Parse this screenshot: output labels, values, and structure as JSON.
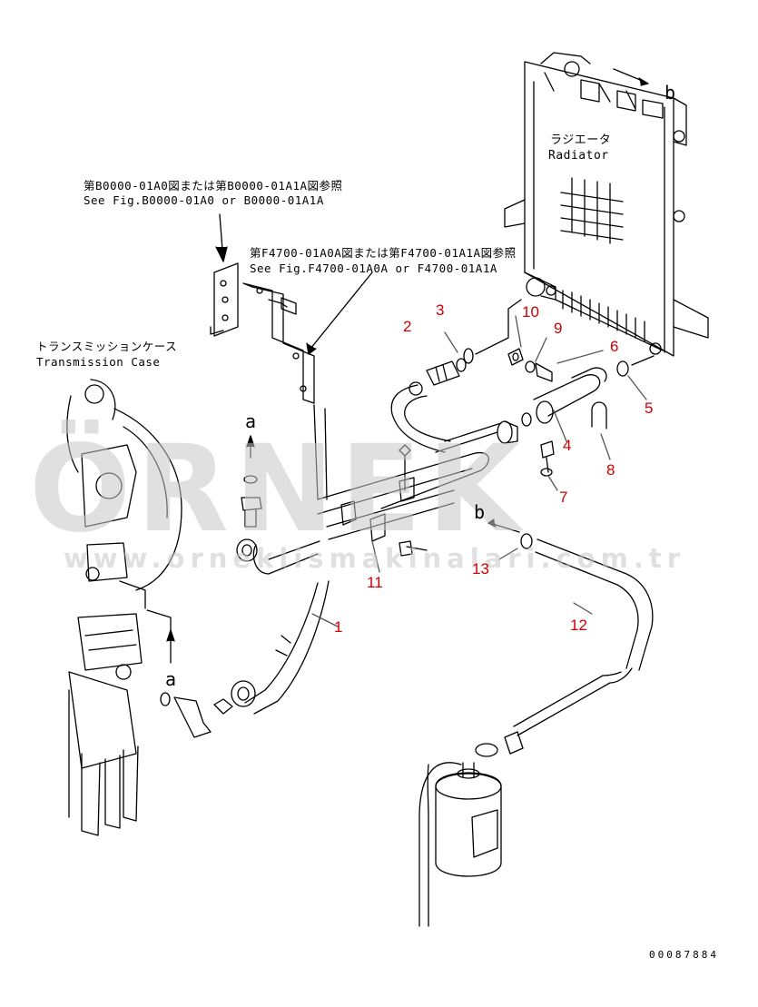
{
  "notes": {
    "radiator_jp": "ラジエータ",
    "radiator_en": "Radiator",
    "ref1_jp": "第B0000-01A0図または第B0000-01A1A図参照",
    "ref1_en": "See Fig.B0000-01A0 or B0000-01A1A",
    "ref2_jp": "第F4700-01A0A図または第F4700-01A1A図参照",
    "ref2_en": "See Fig.F4700-01A0A or F4700-01A1A",
    "trans_jp": "トランスミッションケース",
    "trans_en": "Transmission Case"
  },
  "arrow_labels": {
    "a_top": "a",
    "a_bottom": "a",
    "b_top": "b",
    "b_mid": "b"
  },
  "callouts": [
    "1",
    "2",
    "3",
    "4",
    "5",
    "6",
    "7",
    "8",
    "9",
    "10",
    "11",
    "12",
    "13"
  ],
  "watermark": {
    "brand": "ÖRNEK",
    "url": "www.orneklismakinalari.com.tr"
  },
  "drawing_code": "00087884",
  "colors": {
    "line": "#000000",
    "callout": "#cc0000",
    "watermark": "#c8c8c8"
  }
}
